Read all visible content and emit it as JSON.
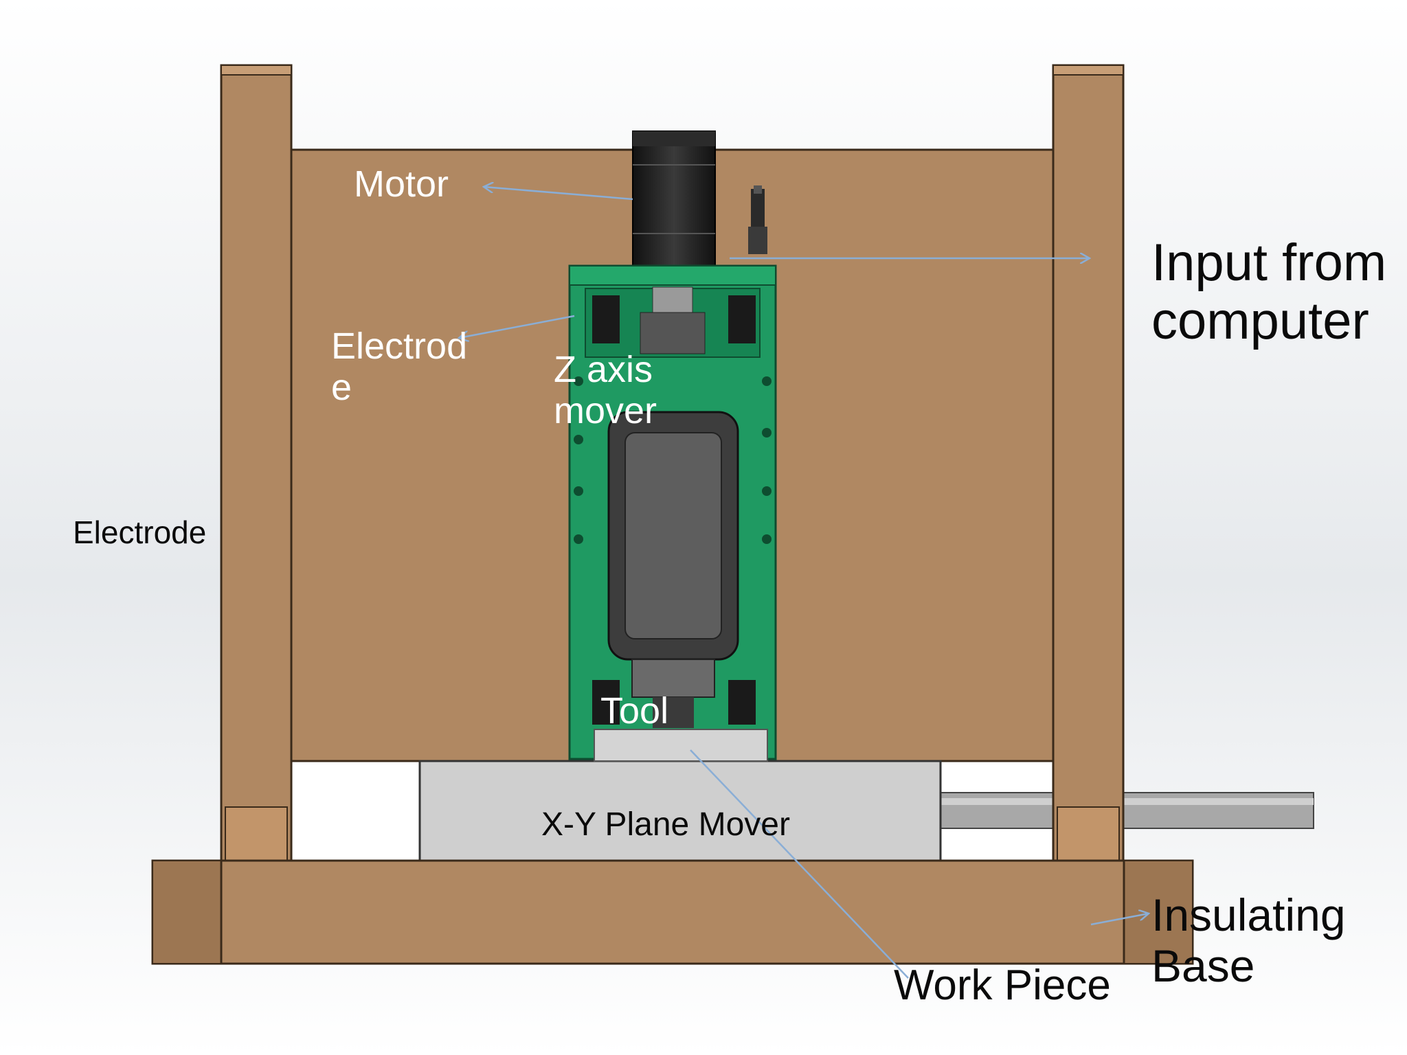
{
  "labels": {
    "motor": "Motor",
    "electrode_inner": "Electrod\ne",
    "z_axis_mover": "Z axis\nmover",
    "electrode_outer": "Electrode",
    "input_from_computer": "Input from\ncomputer",
    "tool": "Tool",
    "xy_plane_mover": "X-Y Plane Mover",
    "work_piece": "Work Piece",
    "insulating_base": "Insulating\nBase"
  },
  "colors": {
    "wood": "#b08862",
    "wood_dark": "#8a6644",
    "green_carriage": "#1f9a62",
    "motor_black": "#1c1c1c",
    "grey_block": "#cfcfcf",
    "rod": "#a8a8a8",
    "arrow": "#8aaed6"
  }
}
